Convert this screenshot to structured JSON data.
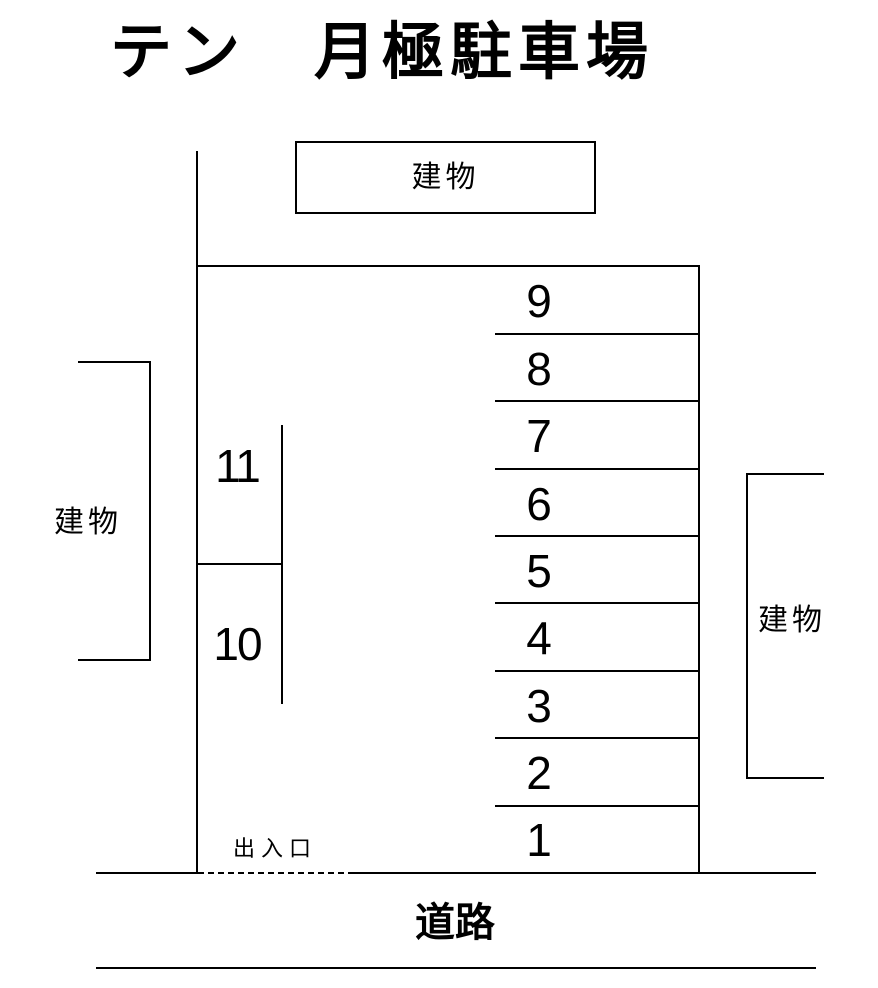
{
  "title": "テン　月極駐車場",
  "buildings": {
    "top": "建物",
    "left": "建物",
    "right": "建物"
  },
  "parking_spaces": {
    "right_column": [
      "9",
      "8",
      "7",
      "6",
      "5",
      "4",
      "3",
      "2",
      "1"
    ],
    "left_column": [
      "11",
      "10"
    ]
  },
  "entrance_label": "出入口",
  "road_label": "道路",
  "colors": {
    "line": "#000000",
    "background": "#ffffff"
  }
}
